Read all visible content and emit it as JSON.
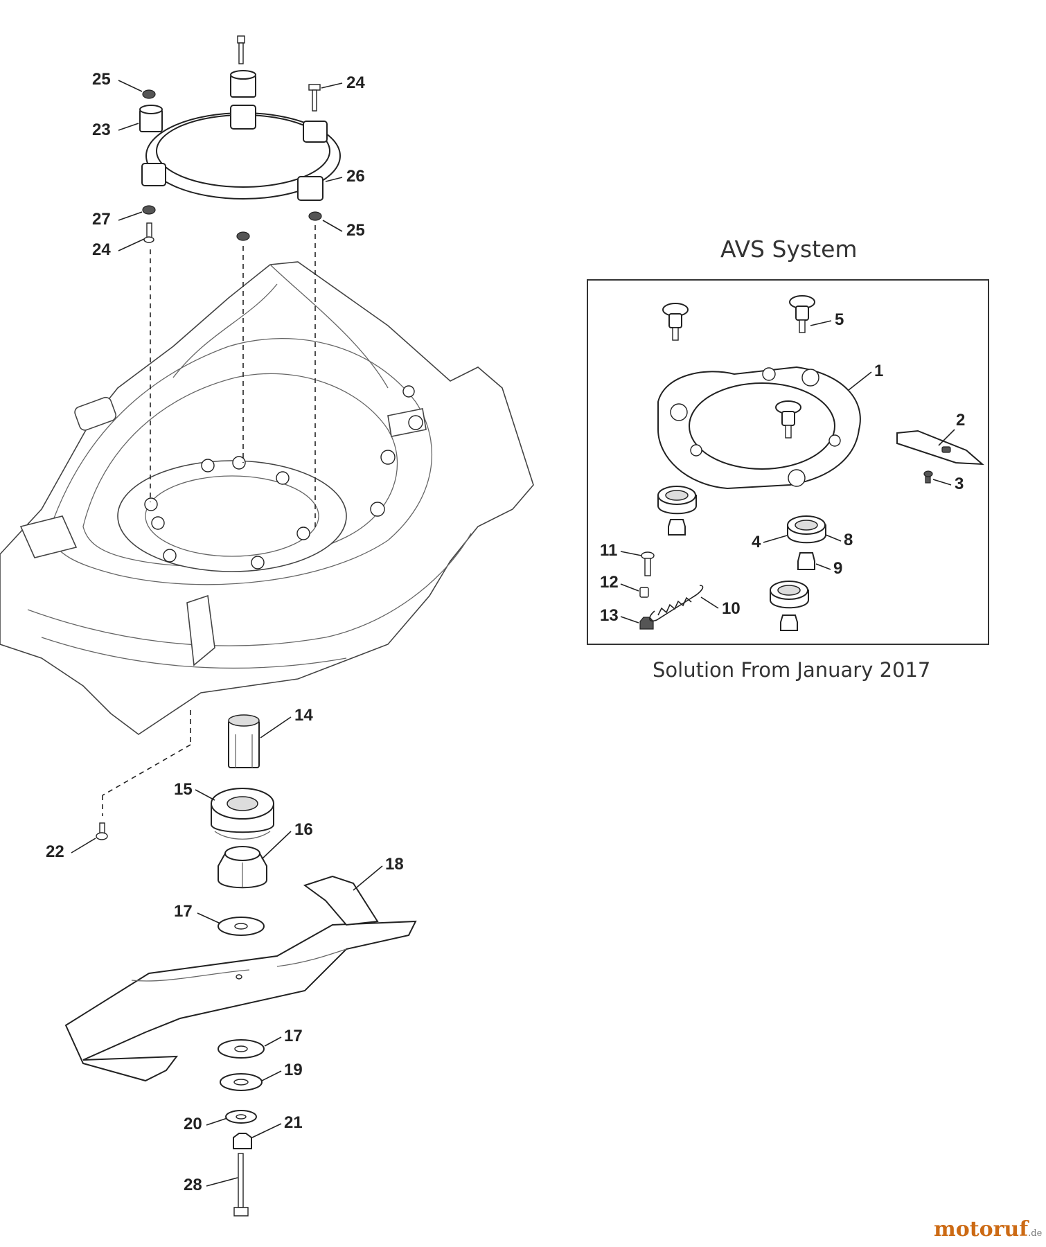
{
  "inset": {
    "title": "AVS System",
    "caption": "Solution From January 2017"
  },
  "watermark": {
    "name": "motoruf",
    "tld": ".de"
  },
  "callouts": {
    "c25a": "25",
    "c24a": "24",
    "c23": "23",
    "c26": "26",
    "c27": "27",
    "c24b": "24",
    "c25b": "25",
    "c14": "14",
    "c15": "15",
    "c16": "16",
    "c22": "22",
    "c18": "18",
    "c17a": "17",
    "c17b": "17",
    "c19": "19",
    "c20": "20",
    "c21": "21",
    "c28": "28",
    "c1": "1",
    "c2": "2",
    "c3": "3",
    "c4": "4",
    "c5": "5",
    "c8": "8",
    "c9": "9",
    "c10": "10",
    "c11": "11",
    "c12": "12",
    "c13": "13"
  }
}
